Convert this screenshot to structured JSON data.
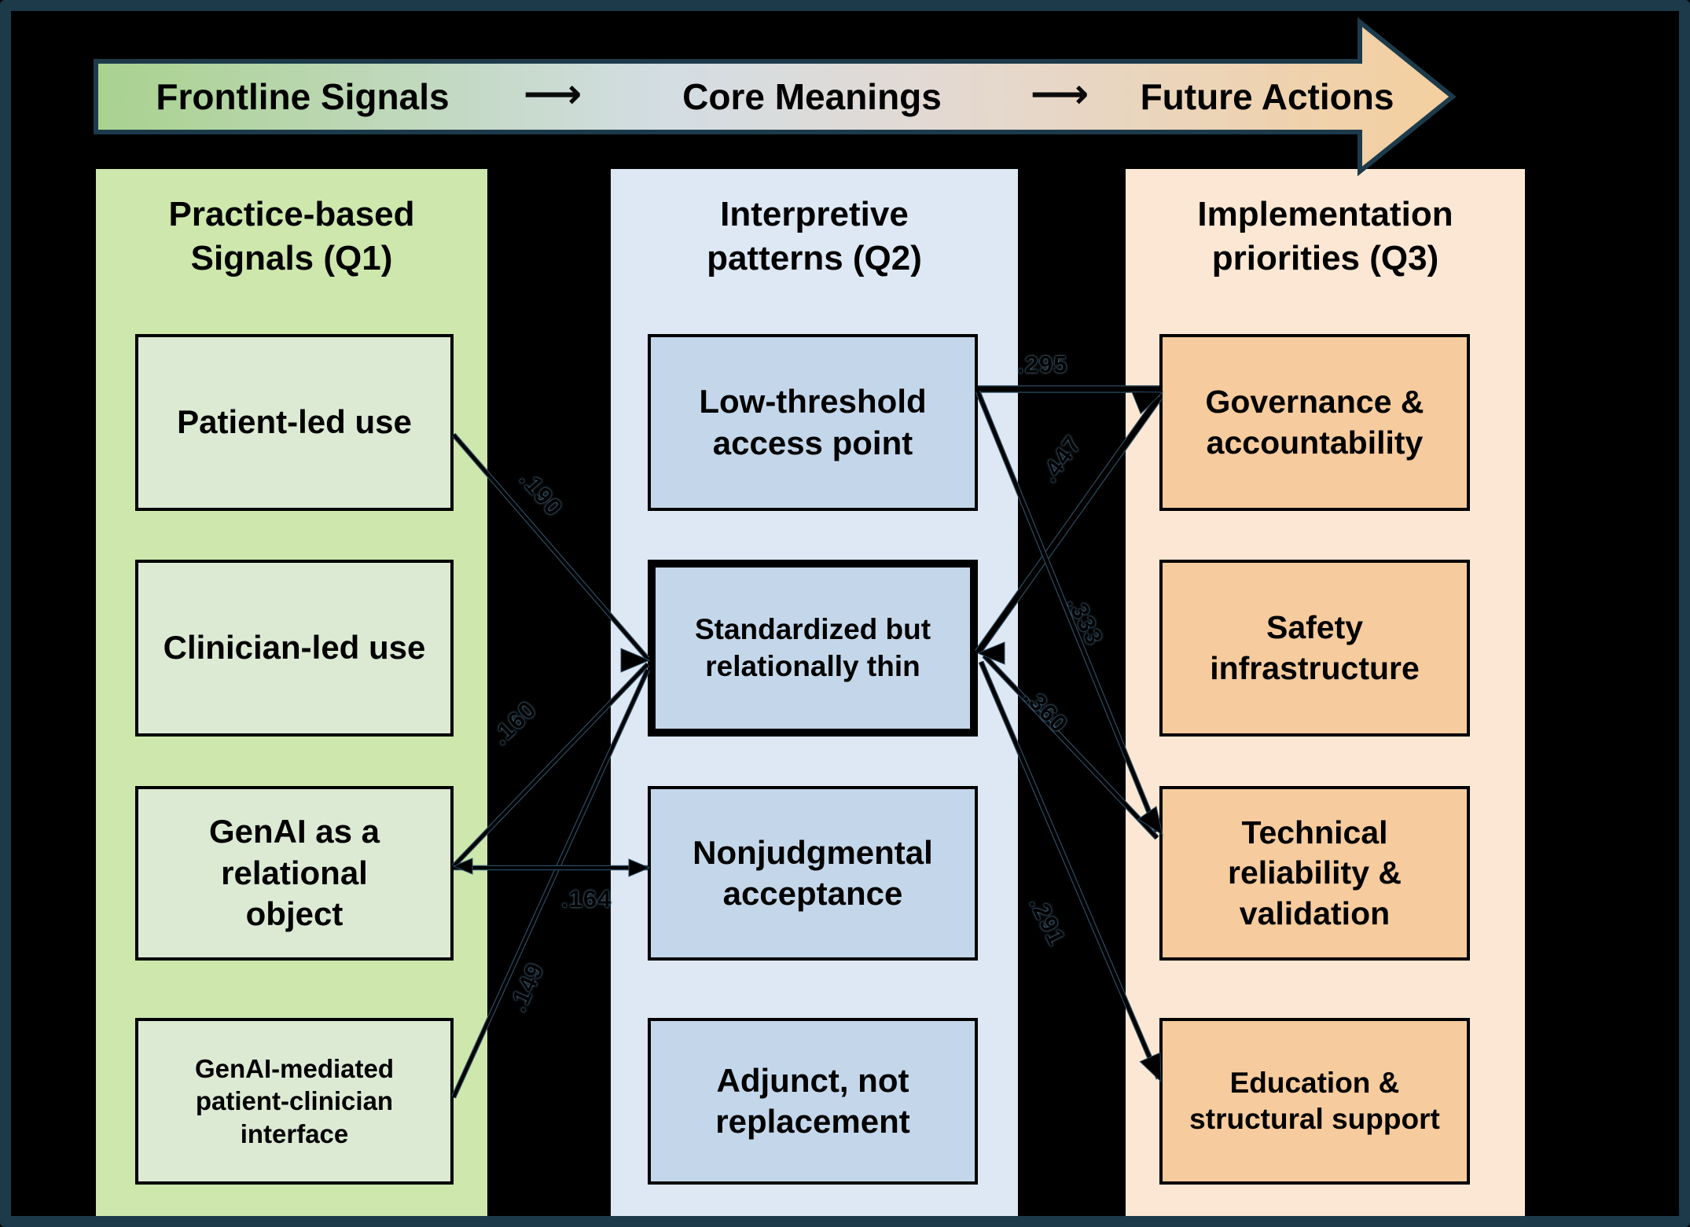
{
  "banner": {
    "steps": [
      "Frontline Signals",
      "Core Meanings",
      "Future Actions"
    ],
    "arrow_glyph": "⟶"
  },
  "columns": [
    {
      "id": "q1",
      "title": "Practice-based\nSignals (Q1)",
      "boxes": [
        "Patient-led use",
        "Clinician-led use",
        "GenAI as a\nrelational\nobject",
        "GenAI-mediated\npatient-clinician\ninterface"
      ]
    },
    {
      "id": "q2",
      "title": "Interpretive\npatterns (Q2)",
      "boxes": [
        "Low-threshold\naccess point",
        "Standardized but\nrelationally thin",
        "Nonjudgmental\nacceptance",
        "Adjunct, not\nreplacement"
      ]
    },
    {
      "id": "q3",
      "title": "Implementation\npriorities (Q3)",
      "boxes": [
        "Governance &\naccountability",
        "Safety\ninfrastructure",
        "Technical\nreliability &\nvalidation",
        "Education &\nstructural support"
      ]
    }
  ],
  "connections": [
    {
      "from": "Patient-led use",
      "to": "Standardized but relationally thin",
      "value": ".190"
    },
    {
      "from": "GenAI as a relational object",
      "to": "Standardized but relationally thin",
      "value": ".160"
    },
    {
      "from": "GenAI-mediated patient-clinician interface",
      "to": "Standardized but relationally thin",
      "value": ".149"
    },
    {
      "from": "GenAI as a relational object",
      "to": "Nonjudgmental acceptance",
      "value": ".164"
    },
    {
      "from": "Low-threshold access point",
      "to": "Governance & accountability",
      "value": ".295"
    },
    {
      "from": "Standardized but relationally thin",
      "to": "Governance & accountability",
      "value": ".447"
    },
    {
      "from": "Low-threshold access point",
      "to": "Technical reliability & validation",
      "value": ".333"
    },
    {
      "from": "Standardized but relationally thin",
      "to": "Technical reliability & validation",
      "value": ".360"
    },
    {
      "from": "Standardized but relationally thin",
      "to": "Education & structural support",
      "value": ".291"
    }
  ],
  "colors": {
    "background": "#000000",
    "frame": "#1c3a4a",
    "banner_green": "#a9d28e",
    "banner_blue": "#d3dde3",
    "banner_mid": "#e3d9d2",
    "banner_peach": "#f4cf9e",
    "q1_panel": "#cde7ad",
    "q1_box": "#dcead4",
    "q2_panel": "#dde8f4",
    "q2_box": "#c4d7ea",
    "q3_panel": "#fbe7d3",
    "q3_box": "#f6cb9d",
    "line": "#000000",
    "text": "#000000"
  }
}
